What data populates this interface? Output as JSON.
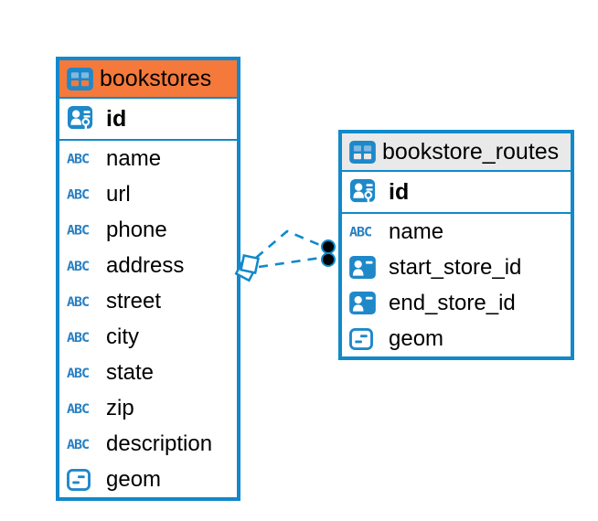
{
  "colors": {
    "accent_blue": "#1189ca",
    "icon_blue": "#1e88c9",
    "icon_light_blue": "#7fb9e3",
    "abc_icon_blue": "#2a80c2",
    "orange_header": "#f5793b",
    "gray_header": "#e9e9e9",
    "text": "#000000",
    "dot_marker_fill": "#000000",
    "diamond_marker_fill": "#ffffff"
  },
  "icons": {
    "text_type_glyph": "ABC"
  },
  "tables": [
    {
      "title": "bookstores",
      "header_style": "orange",
      "primary_key": {
        "label": "id"
      },
      "columns": [
        {
          "label": "name",
          "type": "text"
        },
        {
          "label": "url",
          "type": "text"
        },
        {
          "label": "phone",
          "type": "text"
        },
        {
          "label": "address",
          "type": "text"
        },
        {
          "label": "street",
          "type": "text"
        },
        {
          "label": "city",
          "type": "text"
        },
        {
          "label": "state",
          "type": "text"
        },
        {
          "label": "zip",
          "type": "text"
        },
        {
          "label": "description",
          "type": "text"
        },
        {
          "label": "geom",
          "type": "geometry"
        }
      ]
    },
    {
      "title": "bookstore_routes",
      "header_style": "gray",
      "primary_key": {
        "label": "id"
      },
      "columns": [
        {
          "label": "name",
          "type": "text"
        },
        {
          "label": "start_store_id",
          "type": "reference"
        },
        {
          "label": "end_store_id",
          "type": "reference"
        },
        {
          "label": "geom",
          "type": "geometry"
        }
      ]
    }
  ],
  "relationships": [
    {
      "between": [
        "bookstores",
        "bookstore_routes"
      ],
      "line_style": "dashed",
      "marker_at_bookstores": "white-diamond",
      "marker_at_bookstore_routes": "black-dot"
    },
    {
      "between": [
        "bookstores",
        "bookstore_routes"
      ],
      "line_style": "dashed",
      "marker_at_bookstores": "white-diamond",
      "marker_at_bookstore_routes": "black-dot"
    }
  ]
}
